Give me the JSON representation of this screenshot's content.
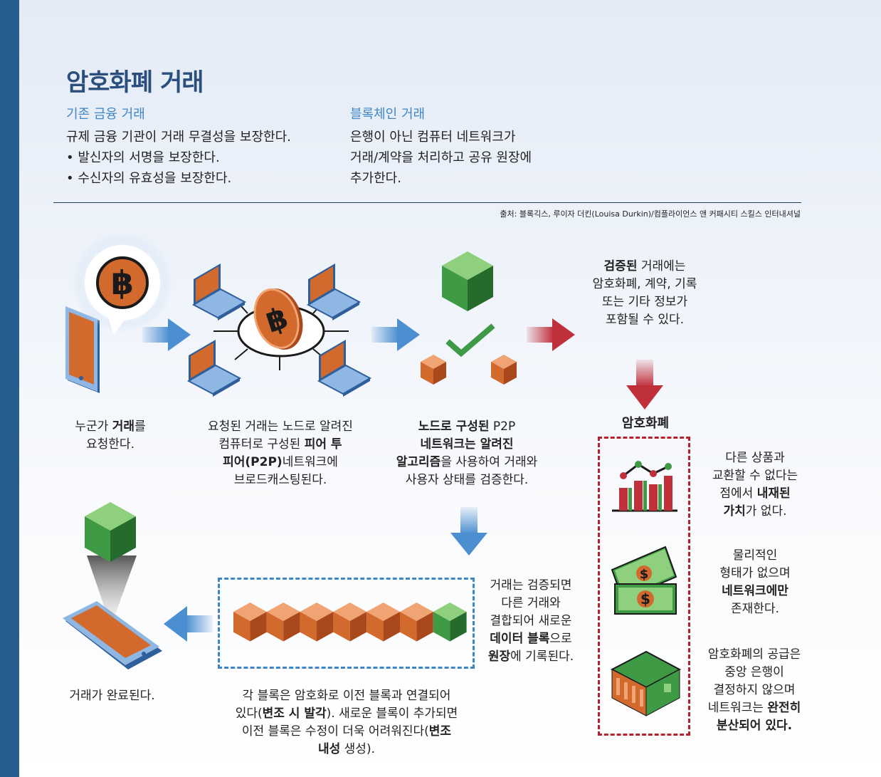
{
  "title": "암호화폐 거래",
  "traditional": {
    "heading": "기존 금융 거래",
    "line1": "규제 금융 기관이 거래 무결성을 보장한다.",
    "bullet1": "• 발신자의 서명을 보장한다.",
    "bullet2": "• 수신자의 유효성을 보장한다."
  },
  "blockchain": {
    "heading": "블록체인 거래",
    "line1": "은행이 아닌 컴퓨터 네트워크가",
    "line2": "거래/계약을 처리하고 공유 원장에",
    "line3": "추가한다."
  },
  "source": "출처: 블록긱스, 루이자 더킨(Louisa Durkin)/컴플라이언스 앤 커패시티 스킬스 인터내셔널",
  "steps": {
    "request": {
      "l1a": "누군가 ",
      "l1b": "거래",
      "l1c": "를",
      "l2": "요청한다."
    },
    "broadcast": {
      "l1": "요청된 거래는 노드로 알려진",
      "l2a": "컴퓨터로 구성된 ",
      "l2b": "피어 투",
      "l3a": "피어(P2P)",
      "l3b": "네트워크에",
      "l4": "브로드캐스팅된다."
    },
    "validate": {
      "l1a": "노드로 구성된",
      "l1b": " P2P",
      "l2": "네트워크는 알려진",
      "l3a": "알고리즘",
      "l3b": "을 사용하여 거래와",
      "l4": "사용자 상태를 검증한다."
    },
    "verified": {
      "l1a": "검증된",
      "l1b": " 거래에는",
      "l2": "암호화폐, 계약, 기록",
      "l3": "또는 기타 정보가",
      "l4": "포함될 수 있다."
    },
    "combine": {
      "l1": "거래는 검증되면",
      "l2": "다른 거래와",
      "l3": "결합되어 새로운",
      "l4a": "데이터 블록",
      "l4b": "으로",
      "l5a": "원장",
      "l5b": "에 기록된다."
    },
    "chain": {
      "l1": "각 블록은 암호화로 이전 블록과 연결되어",
      "l2a": "있다(",
      "l2b": "변조 시 발각",
      "l2c": "). 새로운 블록이 추가되면",
      "l3a": "이전 블록은 수정이 더욱 어려워진다(",
      "l3b": "변조",
      "l4a": "내성",
      "l4b": " 생성)."
    },
    "complete": "거래가 완료된다."
  },
  "crypto": {
    "heading": "암호화폐",
    "value": {
      "l1": "다른 상품과",
      "l2": "교환할 수 없다는",
      "l3a": "점에서 ",
      "l3b": "내재된",
      "l4a": "가치",
      "l4b": "가 없다."
    },
    "physical": {
      "l1": "물리적인",
      "l2": "형태가 없으며",
      "l3": "네트워크에만",
      "l4": "존재한다."
    },
    "supply": {
      "l1": "암호화폐의 공급은",
      "l2": "중앙 은행이",
      "l3": "결정하지 않으며",
      "l4a": "네트워크는 ",
      "l4b": "완전히",
      "l5": "분산되어 있다."
    }
  },
  "icons": [
    "bitcoin-icon",
    "smartphone-icon",
    "laptop-icon",
    "coin-icon",
    "green-block-icon",
    "checkmark-icon",
    "bar-chart-icon",
    "dollar-bill-icon",
    "bank-icon"
  ],
  "colors": {
    "sidebar": "#255e8f",
    "orange": "#d2692d",
    "green": "#3f9a45",
    "blue_arrow": "#4b8fd0",
    "red": "#b4222d"
  }
}
